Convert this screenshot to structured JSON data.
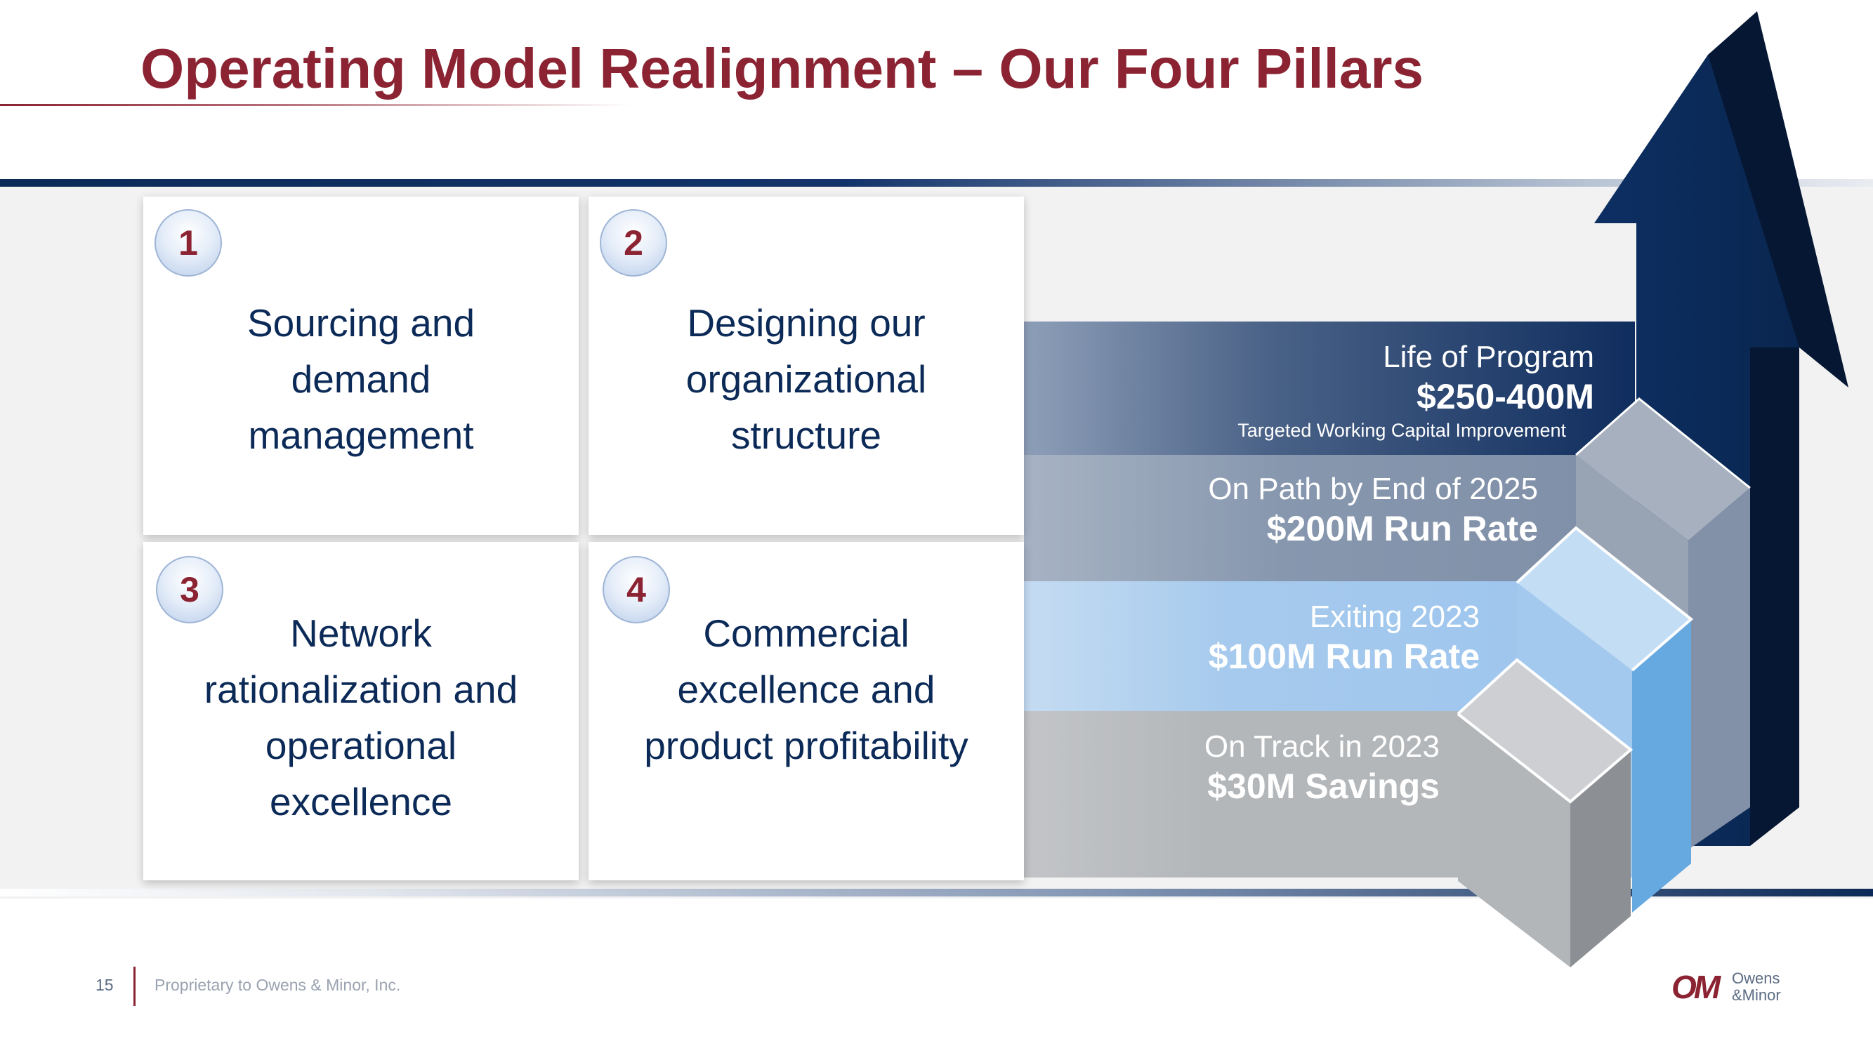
{
  "title": "Operating Model Realignment – Our Four Pillars",
  "pillars": [
    {
      "number": "1",
      "lines": [
        "Sourcing and",
        "demand",
        "management"
      ]
    },
    {
      "number": "2",
      "lines": [
        "Designing our",
        "organizational",
        "structure"
      ]
    },
    {
      "number": "3",
      "lines": [
        "Network",
        "rationalization and",
        "operational",
        "excellence"
      ]
    },
    {
      "number": "4",
      "lines": [
        "Commercial",
        "excellence and",
        "product profitability"
      ]
    }
  ],
  "steps": {
    "life": {
      "label": "Life of Program",
      "value": "$250-400M",
      "note": "Targeted Working Capital Improvement"
    },
    "path": {
      "label": "On Path by End of 2025",
      "value": "$200M Run Rate"
    },
    "exiting": {
      "label": "Exiting 2023",
      "value": "$100M Run Rate"
    },
    "track": {
      "label": "On Track in 2023",
      "value": "$30M Savings"
    }
  },
  "footer": {
    "page_number": "15",
    "proprietary": "Proprietary to Owens & Minor, Inc.",
    "logo_mark": "OM",
    "logo_line1": "Owens",
    "logo_line2": "&Minor"
  },
  "colors": {
    "title": "#8b2332",
    "navy": "#0c2a57",
    "light_blue": "#a6caed",
    "gray": "#b4b7ba"
  }
}
